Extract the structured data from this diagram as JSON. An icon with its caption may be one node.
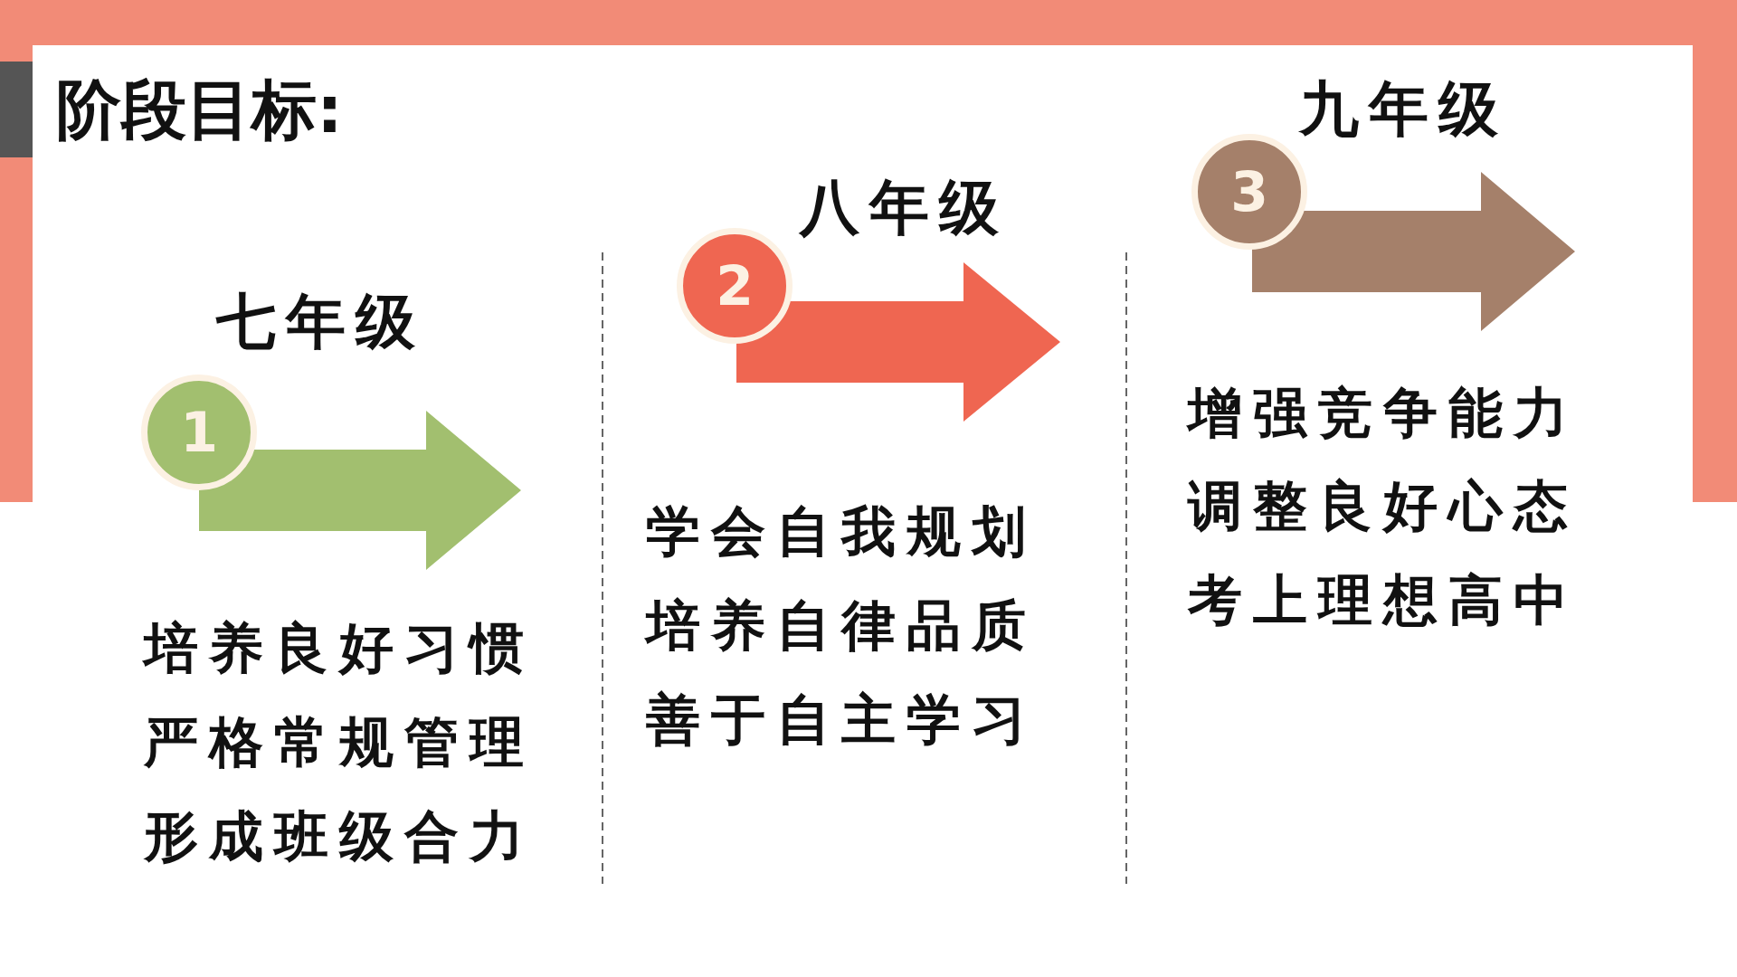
{
  "diagram": {
    "title": "阶段目标:",
    "nodes": [
      {
        "text": [
          "1"
        ],
        "beside": [
          "七年级"
        ]
      },
      {
        "text": [
          "2"
        ],
        "beside": [
          "八年级"
        ]
      },
      {
        "text": [
          "3"
        ],
        "beside": [
          "九年级"
        ]
      }
    ],
    "labels": [
      "培养良好习惯",
      "严格常规管理",
      "形成班级合力",
      "学会自我规划",
      "培养自律品质",
      "善于自主学习",
      "增强竞争能力",
      "调整良好心态",
      "考上理想高中"
    ]
  }
}
